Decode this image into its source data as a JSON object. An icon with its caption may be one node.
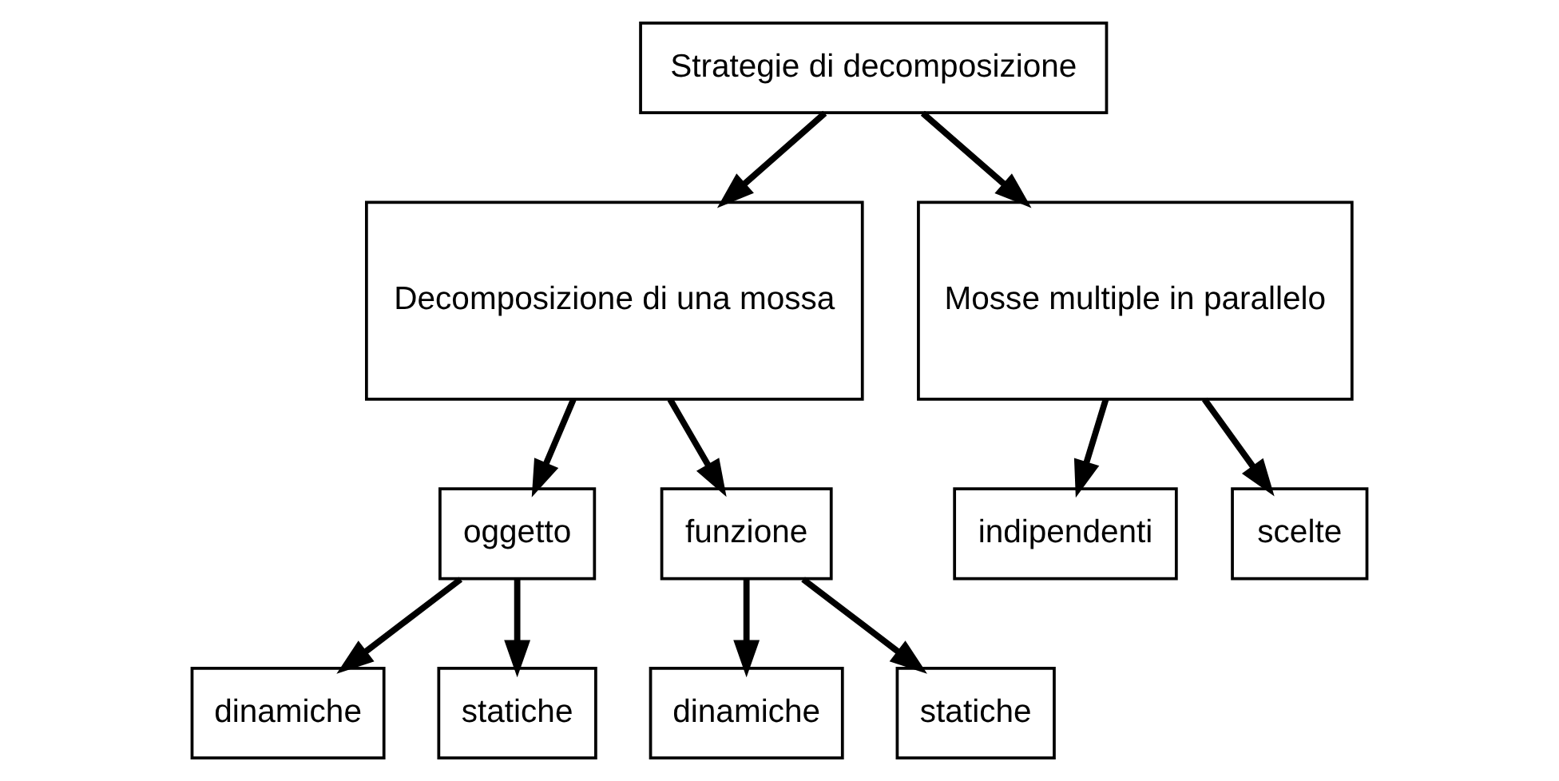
{
  "diagram": {
    "nodes": [
      {
        "text": [
          "Strategie di decomposizione"
        ]
      },
      {
        "text": [
          "Decomposizione di una mossa"
        ]
      },
      {
        "text": [
          "Mosse multiple in parallelo"
        ]
      },
      {
        "text": [
          "oggetto"
        ]
      },
      {
        "text": [
          "funzione"
        ]
      },
      {
        "text": [
          "indipendenti"
        ]
      },
      {
        "text": [
          "scelte"
        ]
      },
      {
        "text": [
          "dinamiche"
        ]
      },
      {
        "text": [
          "statiche"
        ]
      },
      {
        "text": [
          "dinamiche"
        ]
      },
      {
        "text": [
          "statiche"
        ]
      }
    ],
    "edges": [
      {
        "from": 0,
        "to": 1,
        "arrow": "to"
      },
      {
        "from": 0,
        "to": 2,
        "arrow": "to"
      },
      {
        "from": 1,
        "to": 3,
        "arrow": "to"
      },
      {
        "from": 1,
        "to": 4,
        "arrow": "to"
      },
      {
        "from": 2,
        "to": 5,
        "arrow": "to"
      },
      {
        "from": 2,
        "to": 6,
        "arrow": "to"
      },
      {
        "from": 3,
        "to": 7,
        "arrow": "to"
      },
      {
        "from": 3,
        "to": 8,
        "arrow": "to"
      },
      {
        "from": 4,
        "to": 9,
        "arrow": "to"
      },
      {
        "from": 4,
        "to": 10,
        "arrow": "to"
      }
    ]
  }
}
